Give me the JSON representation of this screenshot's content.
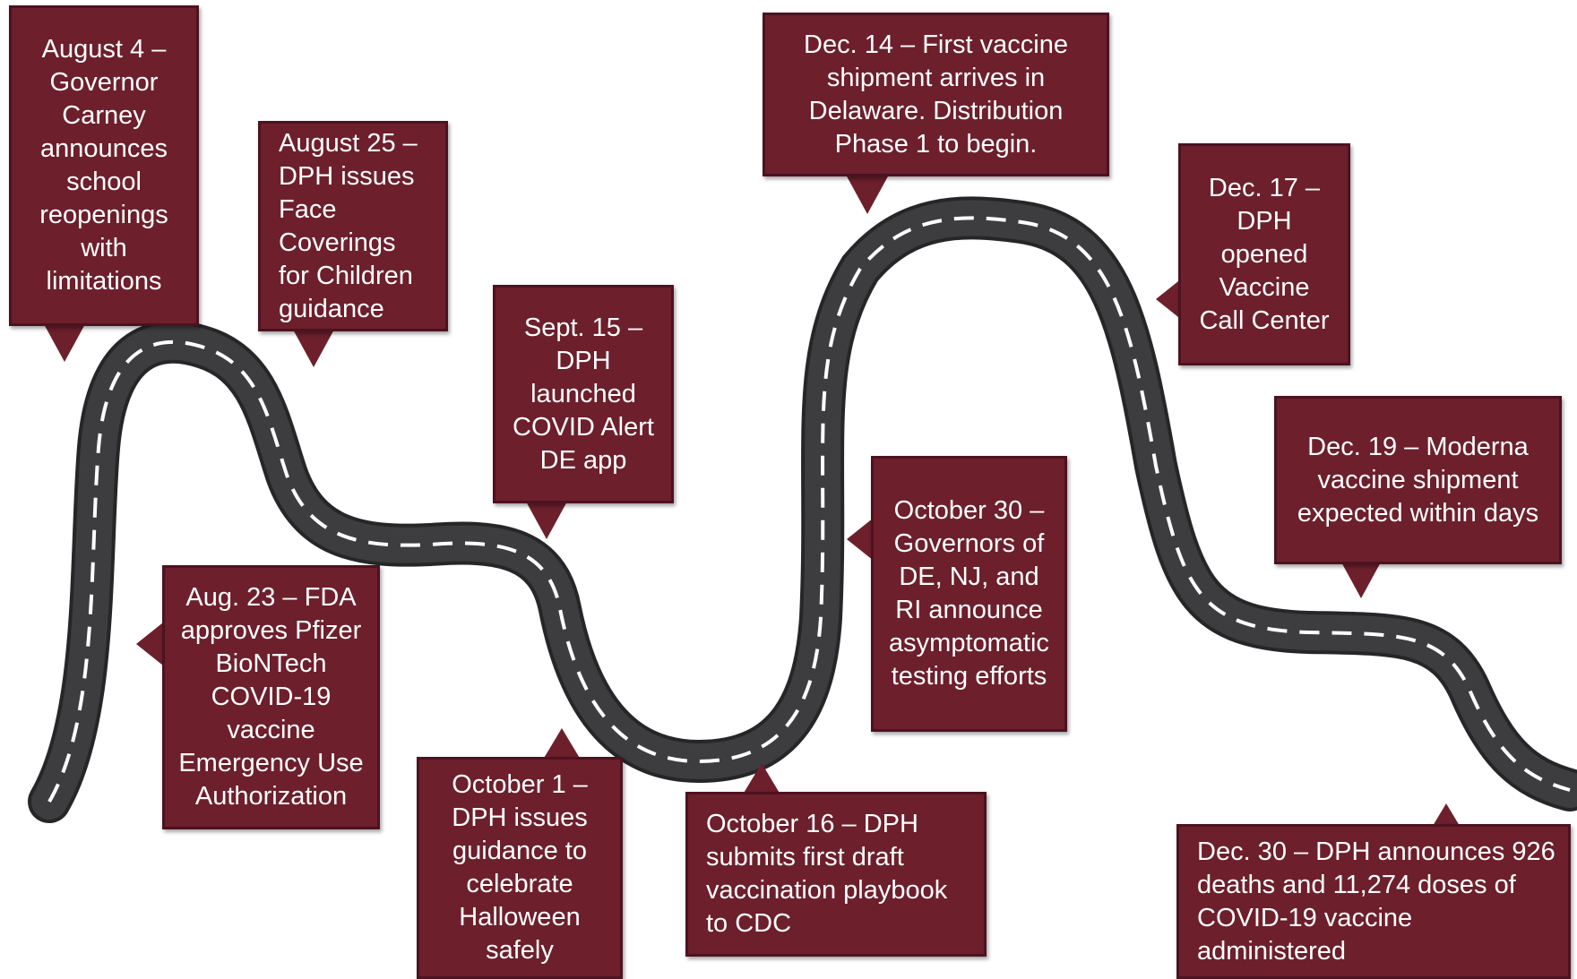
{
  "colors": {
    "callout_fill": "#6d1f2c",
    "callout_border": "#4d1220",
    "callout_text": "#ffffff",
    "road": "#3d3d3f",
    "road_edge": "#262628",
    "road_dash": "#ffffff"
  },
  "events": [
    {
      "id": "aug4",
      "text": "August 4 – Governor Carney announces school reopenings with limitations"
    },
    {
      "id": "aug25",
      "text": "August 25 – DPH issues Face Coverings for Children guidance"
    },
    {
      "id": "sep15",
      "text": "Sept. 15 – DPH launched COVID Alert DE app"
    },
    {
      "id": "dec14",
      "text": "Dec. 14 – First vaccine shipment arrives in Delaware.  Distribution Phase 1 to begin."
    },
    {
      "id": "dec17",
      "text": "Dec. 17 – DPH opened Vaccine Call Center"
    },
    {
      "id": "dec19",
      "text": "Dec. 19 – Moderna vaccine shipment expected within days"
    },
    {
      "id": "aug23",
      "text": "Aug. 23 – FDA approves Pfizer BioNTech COVID-19 vaccine Emergency Use Authorization"
    },
    {
      "id": "oct30",
      "text": "October 30 – Governors of DE, NJ, and RI announce asymptomatic testing efforts"
    },
    {
      "id": "oct1",
      "text": "October 1 – DPH issues guidance to celebrate Halloween safely"
    },
    {
      "id": "oct16",
      "text": "October 16 – DPH submits first draft vaccination playbook to CDC"
    },
    {
      "id": "dec30",
      "text": "Dec. 30 – DPH announces 926 deaths and 11,274 doses of COVID-19 vaccine administered"
    }
  ]
}
